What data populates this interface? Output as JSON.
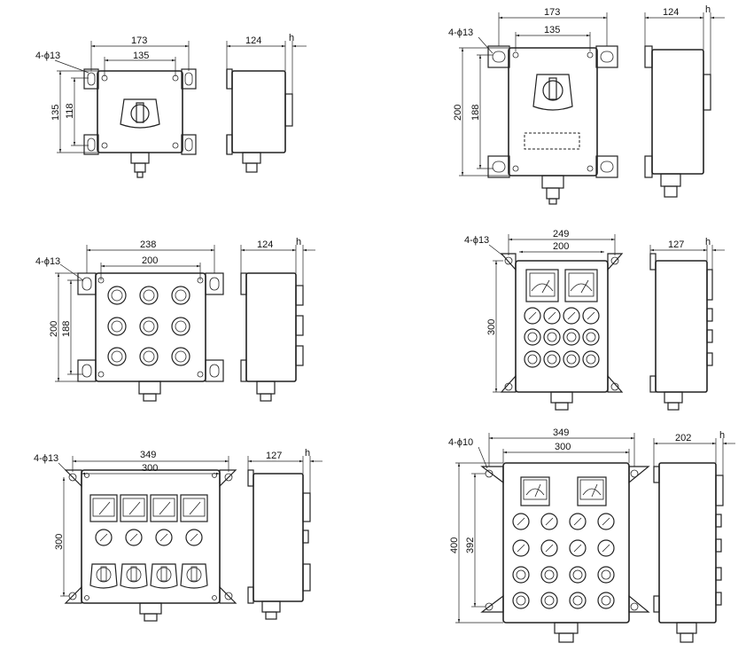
{
  "drawings": [
    {
      "id": "d1",
      "dims": {
        "w_outer": "173",
        "w_inner": "135",
        "h_outer": "135",
        "h_inner": "118",
        "depth": "124",
        "h": "h",
        "holes": "4-ϕ13"
      }
    },
    {
      "id": "d2",
      "dims": {
        "w_outer": "173",
        "w_inner": "135",
        "h_outer": "200",
        "h_inner": "188",
        "depth": "124",
        "h": "h",
        "holes": "4-ϕ13"
      }
    },
    {
      "id": "d3",
      "dims": {
        "w_outer": "238",
        "w_inner": "200",
        "h_outer": "200",
        "h_inner": "188",
        "depth": "124",
        "h": "h",
        "holes": "4-ϕ13"
      }
    },
    {
      "id": "d4",
      "dims": {
        "w_outer": "249",
        "w_inner": "200",
        "h_outer": "300",
        "depth": "127",
        "h": "h",
        "holes": "4-ϕ13"
      }
    },
    {
      "id": "d5",
      "dims": {
        "w_outer": "349",
        "w_inner": "300",
        "h_outer": "300",
        "depth": "127",
        "h": "h",
        "holes": "4-ϕ13"
      }
    },
    {
      "id": "d6",
      "dims": {
        "w_outer": "349",
        "w_inner": "300",
        "h_outer": "400",
        "h_inner": "392",
        "depth": "202",
        "h": "h",
        "holes": "4-ϕ10"
      }
    }
  ]
}
